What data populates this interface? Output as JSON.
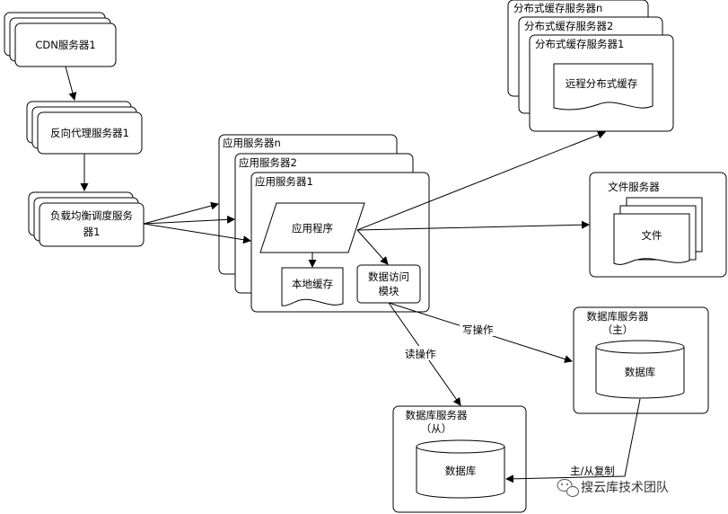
{
  "cdn": {
    "label": "CDN服务器1"
  },
  "reverse_proxy": {
    "label": "反向代理服务器1"
  },
  "load_balancer": {
    "label_line1": "负载均衡调度服务",
    "label_line2": "器1"
  },
  "app_servers": {
    "n_label": "应用服务器n",
    "two_label": "应用服务器2",
    "one_label": "应用服务器1",
    "app_program": "应用程序",
    "local_cache": "本地缓存",
    "data_access_line1": "数据访问",
    "data_access_line2": "模块"
  },
  "distributed_cache": {
    "n_label": "分布式缓存服务器n",
    "two_label": "分布式缓存服务器2",
    "one_label": "分布式缓存服务器1",
    "remote_cache": "远程分布式缓存"
  },
  "file_server": {
    "title": "文件服务器",
    "file_label": "文件"
  },
  "db_master": {
    "title": "数据库服务器",
    "subtitle": "（主）",
    "db_label": "数据库"
  },
  "db_slave": {
    "title": "数据库服务器",
    "subtitle": "（从）",
    "db_label": "数据库"
  },
  "edges": {
    "write": "写操作",
    "read": "读操作",
    "replicate": "主/从复制"
  },
  "watermark": "搜云库技术团队"
}
